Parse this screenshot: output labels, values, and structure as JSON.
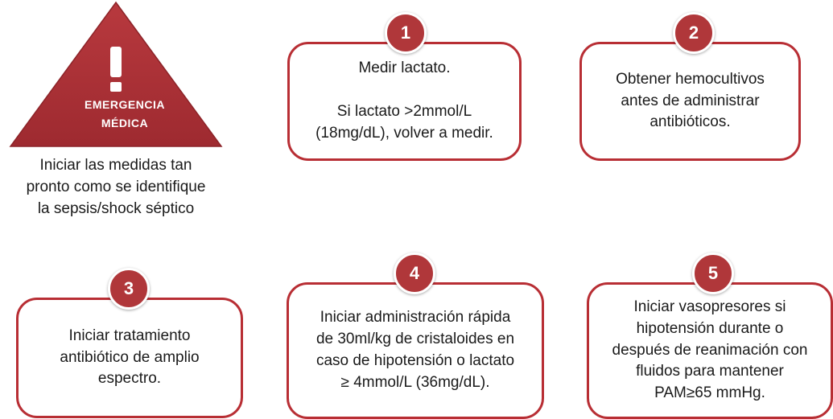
{
  "warning": {
    "line1": "EMERGENCIA",
    "line2": "MÉDICA",
    "caption": "Iniciar las medidas tan\npronto como se identifique\nla sepsis/shock séptico"
  },
  "steps": [
    {
      "number": "1",
      "text": "Medir lactato.\n\nSi lactato >2mmol/L\n(18mg/dL), volver a medir."
    },
    {
      "number": "2",
      "text": "Obtener hemocultivos\nantes de administrar\nantibióticos."
    },
    {
      "number": "3",
      "text": "Iniciar tratamiento\nantibiótico de amplio\nespectro."
    },
    {
      "number": "4",
      "text": "Iniciar administración rápida\nde 30ml/kg de cristaloides en\ncaso de hipotensión o lactato\n≥ 4mmol/L (36mg/dL)."
    },
    {
      "number": "5",
      "text": "Iniciar vasopresores si\nhipotensión durante o\ndespués de reanimación con\nfluidos para mantener\nPAM≥65 mmHg."
    }
  ],
  "colors": {
    "accent": "#b82e34",
    "triangle": "#a93035",
    "badge": "#b0373a"
  }
}
